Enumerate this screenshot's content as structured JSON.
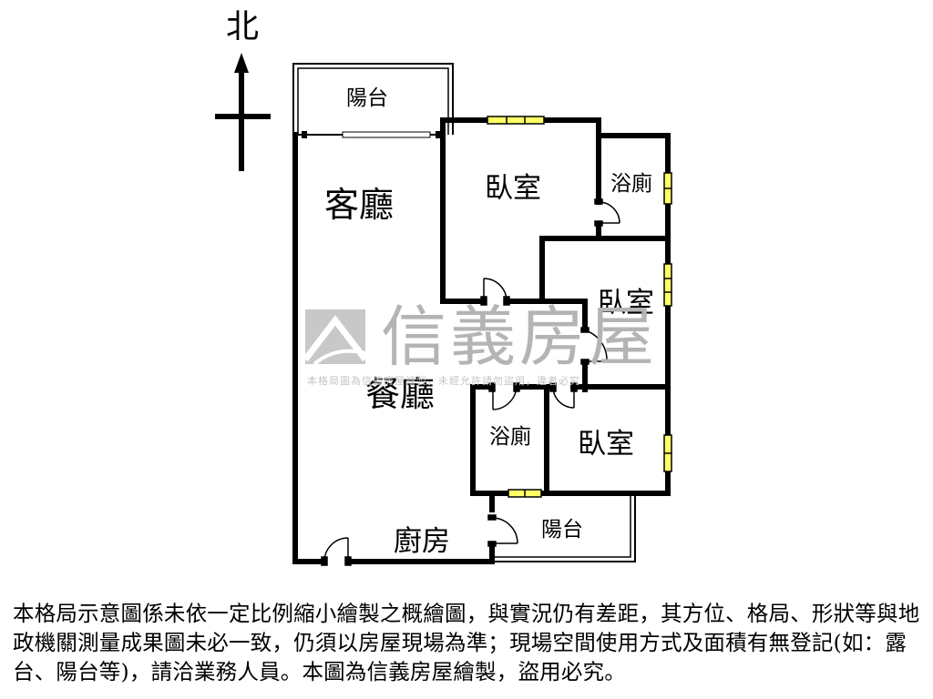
{
  "compass": {
    "north_label": "北"
  },
  "rooms": {
    "balcony_north": "陽台",
    "living_room": "客廳",
    "bedroom_1": "臥室",
    "bathroom_1": "浴廁",
    "bedroom_2": "臥室",
    "dining_room": "餐廳",
    "bathroom_2": "浴廁",
    "bedroom_3": "臥室",
    "kitchen": "廚房",
    "balcony_south": "陽台"
  },
  "watermark": {
    "brand": "信義房屋",
    "subtext": "本格局圖為信義房屋繪製，未經允許請勿盜用，違者必究"
  },
  "disclaimer": "本格局示意圖係未依一定比例縮小繪製之概繪圖，與實況仍有差距，其方位、格局、形狀等與地政機關測量成果圖未必一致，仍須以房屋現場為準；現場空間使用方式及面積有無登記(如：露台、陽台等)，請洽業務人員。本圖為信義房屋繪製，盜用必究。",
  "colors": {
    "wall": "#000000",
    "window": "#ffff66",
    "watermark": "#b4b4b4"
  }
}
